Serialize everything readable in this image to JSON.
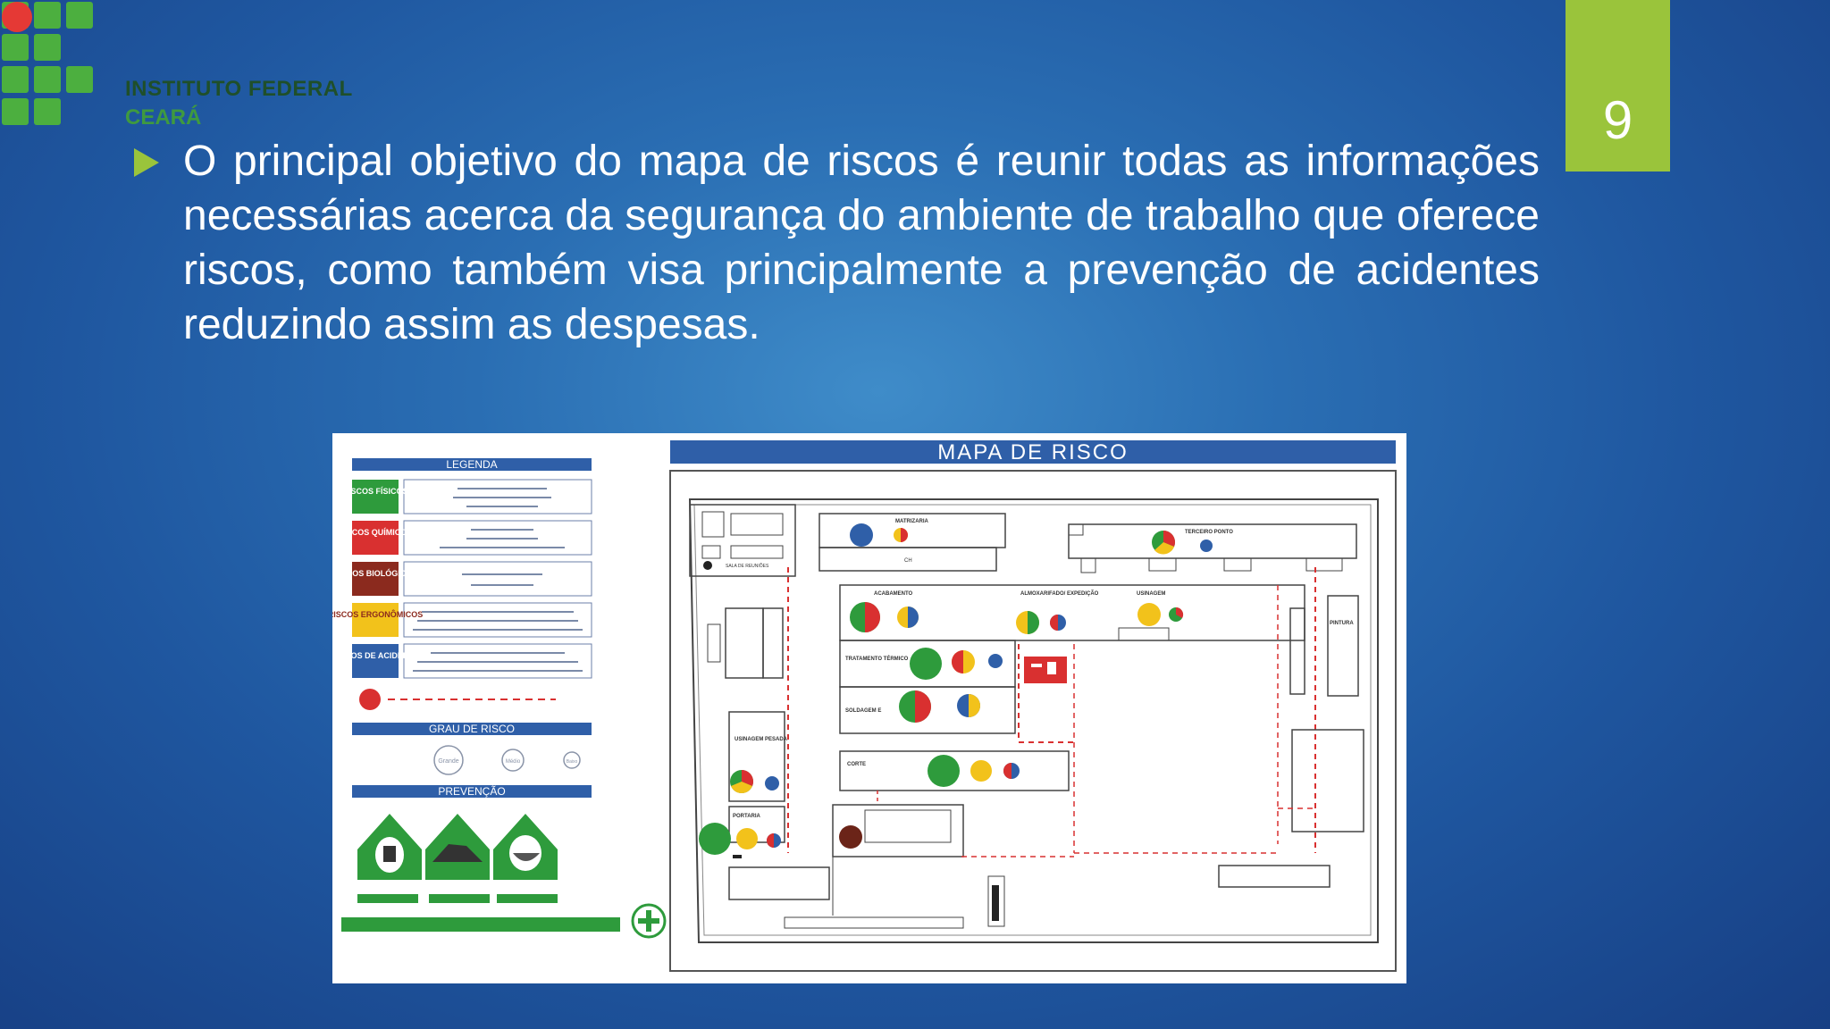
{
  "logo": {
    "line1": "INSTITUTO FEDERAL",
    "line2": "CEARÁ"
  },
  "page_number": "9",
  "bullet_text": "O principal objetivo do mapa de riscos é reunir todas as informações necessárias acerca da segurança do ambiente de trabalho que oferece riscos, como também visa principalmente a prevenção de acidentes reduzindo assim as despesas.",
  "map": {
    "title": "MAPA DE RISCO",
    "legend_title": "LEGENDA",
    "legend_items": [
      {
        "label": "RISCOS FÍSICOS",
        "color": "#2e9b3c"
      },
      {
        "label": "RISCOS QUÍMICOS",
        "color": "#d93030"
      },
      {
        "label": "RISCOS BIOLÓGICOS",
        "color": "#8b2a1e"
      },
      {
        "label": "RISCOS ERGONÔMICOS",
        "color": "#f2c21b"
      },
      {
        "label": "RISCOS DE ACIDENTE",
        "color": "#2f5fa8"
      }
    ],
    "grau_title": "GRAU DE RISCO",
    "grau_items": [
      "Grande",
      "Médio",
      "Baixo"
    ],
    "prevencao_title": "PREVENÇÃO",
    "rooms": {
      "matrizaria": "MATRIZARIA",
      "ch": "CH",
      "terceiro_ponto": "TERCEIRO PONTO",
      "acabamento": "ACABAMENTO",
      "almoxarifado": "ALMOXARIFADO/ EXPEDIÇÃO",
      "usinagem": "USINAGEM",
      "pintura": "PINTURA",
      "tratamento": "TRATAMENTO TÉRMICO",
      "soldagem": "SOLDAGEM E",
      "corte": "CORTE",
      "usinagem_pesada": "USINAGEM PESADA",
      "portaria": "PORTARIA",
      "sala_reunioes": "SALA DE REUNIÕES"
    },
    "colors": {
      "green": "#2e9b3c",
      "red": "#d93030",
      "brown": "#6b2418",
      "yellow": "#f2c21b",
      "blue": "#2f5fa8",
      "header": "#2f5fa8"
    }
  }
}
